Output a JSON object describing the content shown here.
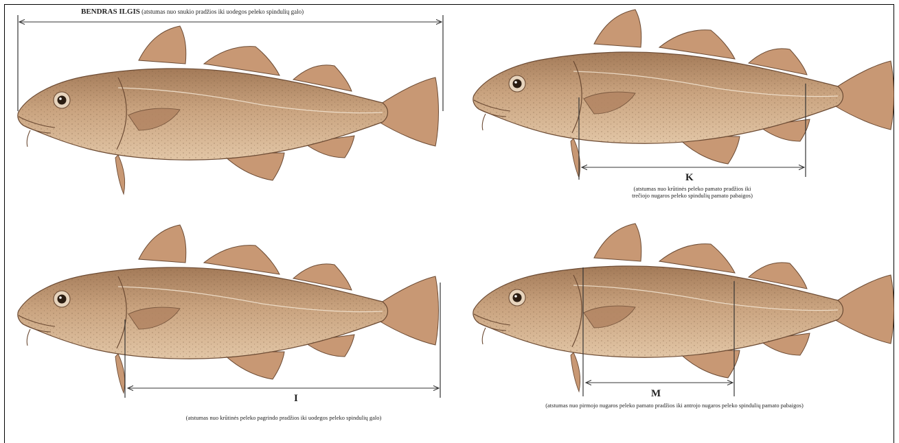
{
  "diagram": {
    "panels": [
      {
        "id": "total-length",
        "title_bold": "BENDRAS ILGIS",
        "title_rest": "(atstumas nuo snukio pradžios iki uodegos peleko spindulių galo)"
      },
      {
        "id": "K",
        "letter": "K",
        "caption_line1": "(atstumas nuo krūtinės peleko pamato pradžios iki",
        "caption_line2": "trečiojo nugaros peleko spindulių pamato pabaigos)"
      },
      {
        "id": "I",
        "letter": "I",
        "caption_line1": "(atstumas nuo krūtinės peleko pagrindo pradžios iki uodegos peleko spindulių galo)"
      },
      {
        "id": "M",
        "letter": "M",
        "caption_line1": "(atstumas nuo pirmojo nugaros peleko pamato pradžios iki antrojo nugaros peleko spindulių pamato pabaigos)"
      }
    ],
    "colors": {
      "fish_body": "#c9a37f",
      "fish_belly": "#ddbf9e",
      "fin": "#c89874",
      "outline": "#6b4a33",
      "measure_line": "#333333"
    }
  }
}
